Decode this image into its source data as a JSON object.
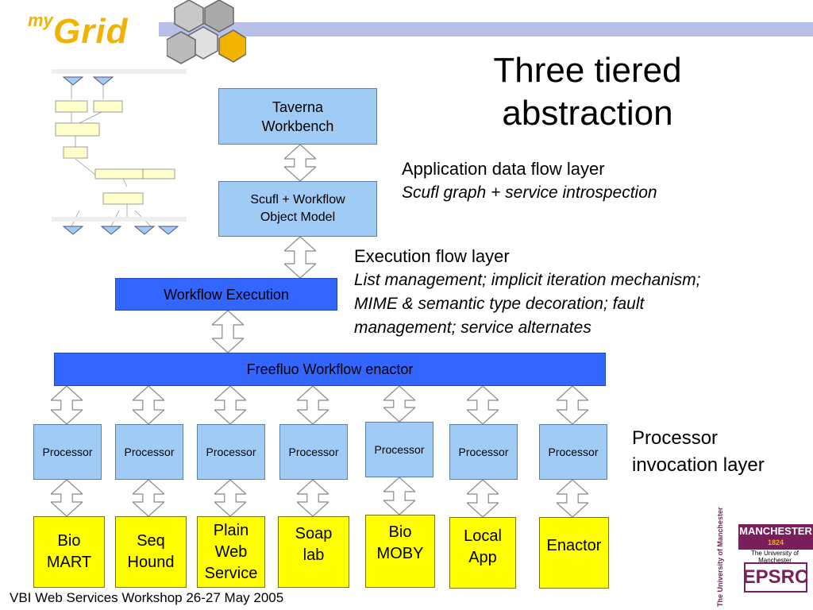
{
  "header": {
    "logo_my": "my",
    "logo_grid": "Grid",
    "title_line1": "Three tiered",
    "title_line2": "abstraction"
  },
  "stack": {
    "taverna_line1": "Taverna",
    "taverna_line2": "Workbench",
    "scufl_line1": "Scufl + Workflow",
    "scufl_line2": "Object Model",
    "execution": "Workflow Execution",
    "freefluo": "Freefluo Workflow enactor"
  },
  "layers": {
    "app_title": "Application data flow layer",
    "app_sub": "Scufl graph + service introspection",
    "exec_title": "Execution flow layer",
    "exec_sub1": "List management; implicit iteration mechanism;",
    "exec_sub2": "MIME & semantic type decoration; fault",
    "exec_sub3": "management; service alternates",
    "proc_title1": "Processor",
    "proc_title2": "invocation layer"
  },
  "processors": [
    "Processor",
    "Processor",
    "Processor",
    "Processor",
    "Processor",
    "Processor",
    "Processor"
  ],
  "services": [
    [
      "Bio",
      "MART"
    ],
    [
      "Seq",
      "Hound"
    ],
    [
      "Plain",
      "Web",
      "Service"
    ],
    [
      "Soap",
      "lab"
    ],
    [
      "Bio",
      "MOBY"
    ],
    [
      "Local",
      "App"
    ],
    [
      "Enactor"
    ]
  ],
  "logos": {
    "manchester": "MANCHESTER",
    "manchester_year": "1824",
    "manchester_sub": "The University of Manchester",
    "uni_vertical": "The University of Manchester",
    "epsrc": "EPSRC"
  },
  "footer": "VBI Web Services Workshop 26-27 May 2005",
  "colors": {
    "light_blue": "#9fcbf5",
    "blue": "#3366ff",
    "yellow": "#ffff00",
    "logo_gold": "#f0b400",
    "band": "#b8c0e8"
  }
}
